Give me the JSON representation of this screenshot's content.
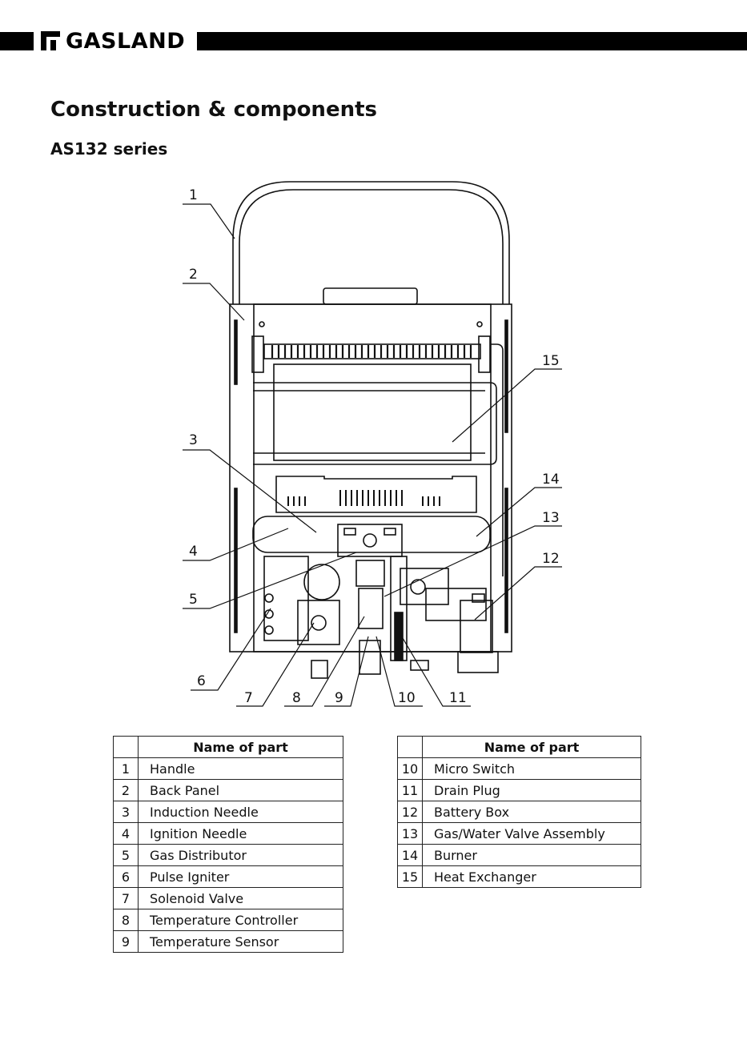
{
  "header": {
    "brand": "GASLAND",
    "logo_icon": "gasland-mark-icon"
  },
  "page": {
    "title": "Construction & components",
    "subtitle": "AS132 series"
  },
  "diagram": {
    "callouts": [
      "1",
      "2",
      "3",
      "4",
      "5",
      "6",
      "7",
      "8",
      "9",
      "10",
      "11",
      "12",
      "13",
      "14",
      "15"
    ]
  },
  "table_left": {
    "header": "Name of part",
    "rows": [
      {
        "no": "1",
        "name": "Handle"
      },
      {
        "no": "2",
        "name": "Back Panel"
      },
      {
        "no": "3",
        "name": "Induction Needle"
      },
      {
        "no": "4",
        "name": "Ignition Needle"
      },
      {
        "no": "5",
        "name": "Gas Distributor"
      },
      {
        "no": "6",
        "name": "Pulse Igniter"
      },
      {
        "no": "7",
        "name": "Solenoid Valve"
      },
      {
        "no": "8",
        "name": "Temperature Controller"
      },
      {
        "no": "9",
        "name": "Temperature Sensor"
      }
    ]
  },
  "table_right": {
    "header": "Name of part",
    "rows": [
      {
        "no": "10",
        "name": "Micro Switch"
      },
      {
        "no": "11",
        "name": "Drain Plug"
      },
      {
        "no": "12",
        "name": "Battery Box"
      },
      {
        "no": "13",
        "name": "Gas/Water Valve Assembly"
      },
      {
        "no": "14",
        "name": "Burner"
      },
      {
        "no": "15",
        "name": "Heat Exchanger"
      }
    ]
  }
}
